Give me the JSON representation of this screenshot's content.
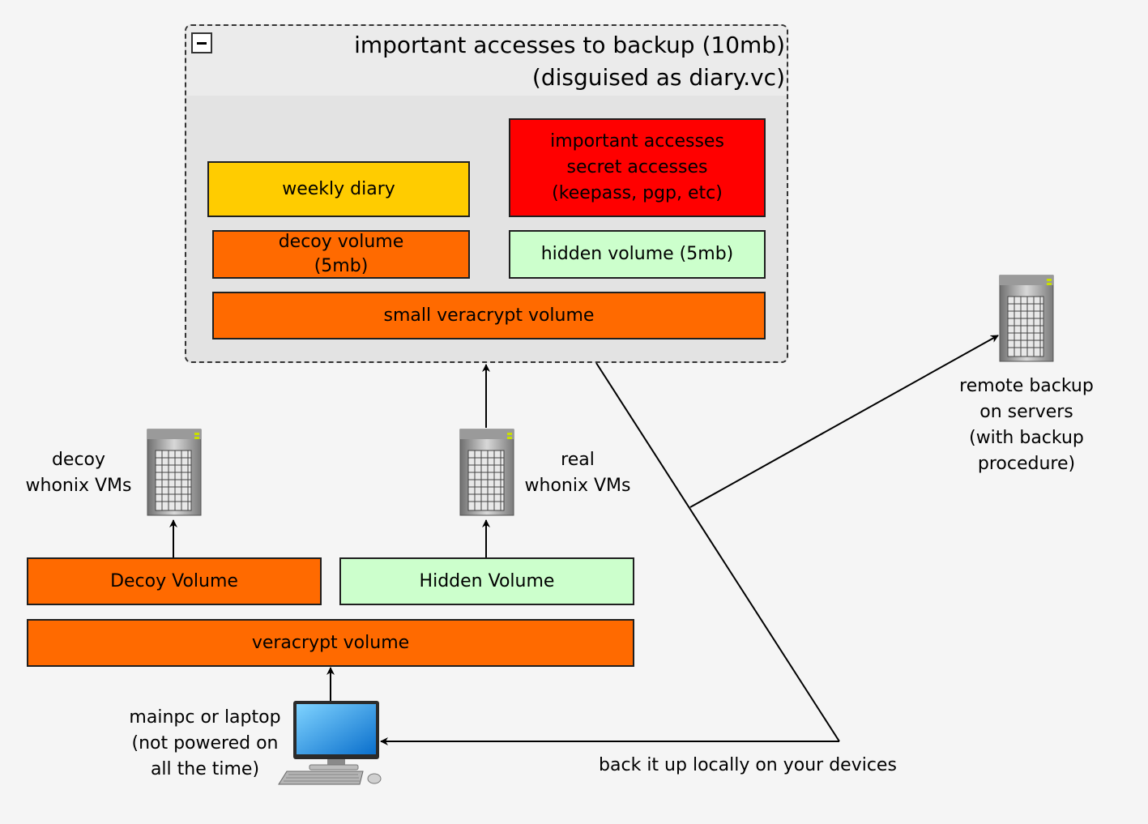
{
  "group": {
    "title_line1": "important accesses to backup (10mb)",
    "title_line2": "(disguised as diary.vc)",
    "weekly_diary": "weekly diary",
    "important_line1": "important accesses",
    "important_line2": "secret accesses",
    "important_line3": "(keepass, pgp, etc)",
    "decoy_line1": "decoy volume",
    "decoy_line2": "(5mb)",
    "hidden": "hidden volume (5mb)",
    "small_volume": "small veracrypt volume"
  },
  "boxes": {
    "decoy_volume": "Decoy Volume",
    "hidden_volume": "Hidden Volume",
    "veracrypt_volume": "veracrypt volume"
  },
  "labels": {
    "decoy_vms_line1": "decoy",
    "decoy_vms_line2": "whonix VMs",
    "real_vms_line1": "real",
    "real_vms_line2": "whonix VMs",
    "remote_line1": "remote backup",
    "remote_line2": "on servers",
    "remote_line3": "(with backup",
    "remote_line4": "procedure)",
    "mainpc_line1": "mainpc or laptop",
    "mainpc_line2": "(not powered on",
    "mainpc_line3": "all the time)",
    "local_backup": "back it up locally on your devices"
  },
  "icons": {
    "server": "server-tower-icon",
    "computer": "desktop-computer-icon"
  },
  "colors": {
    "orange": "#ff6a00",
    "green": "#ccffcc",
    "yellow": "#ffcc00",
    "red": "#ff0000"
  }
}
